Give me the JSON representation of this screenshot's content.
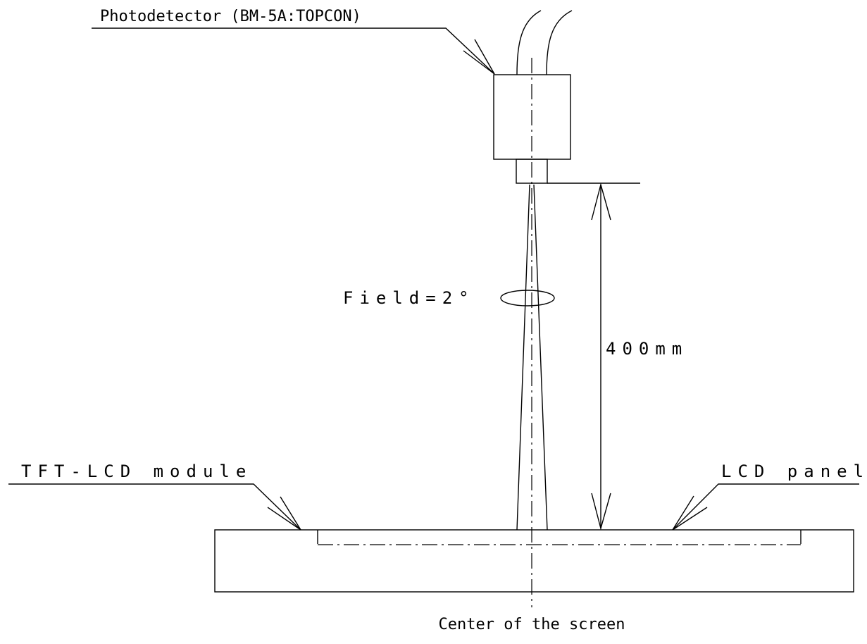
{
  "labels": {
    "photodetector": "Photodetector (BM-5A:TOPCON)",
    "field": "Field=2°",
    "distance": "400mm",
    "module": "TFT-LCD module",
    "panel": "LCD panel",
    "center": "Center of the screen"
  }
}
